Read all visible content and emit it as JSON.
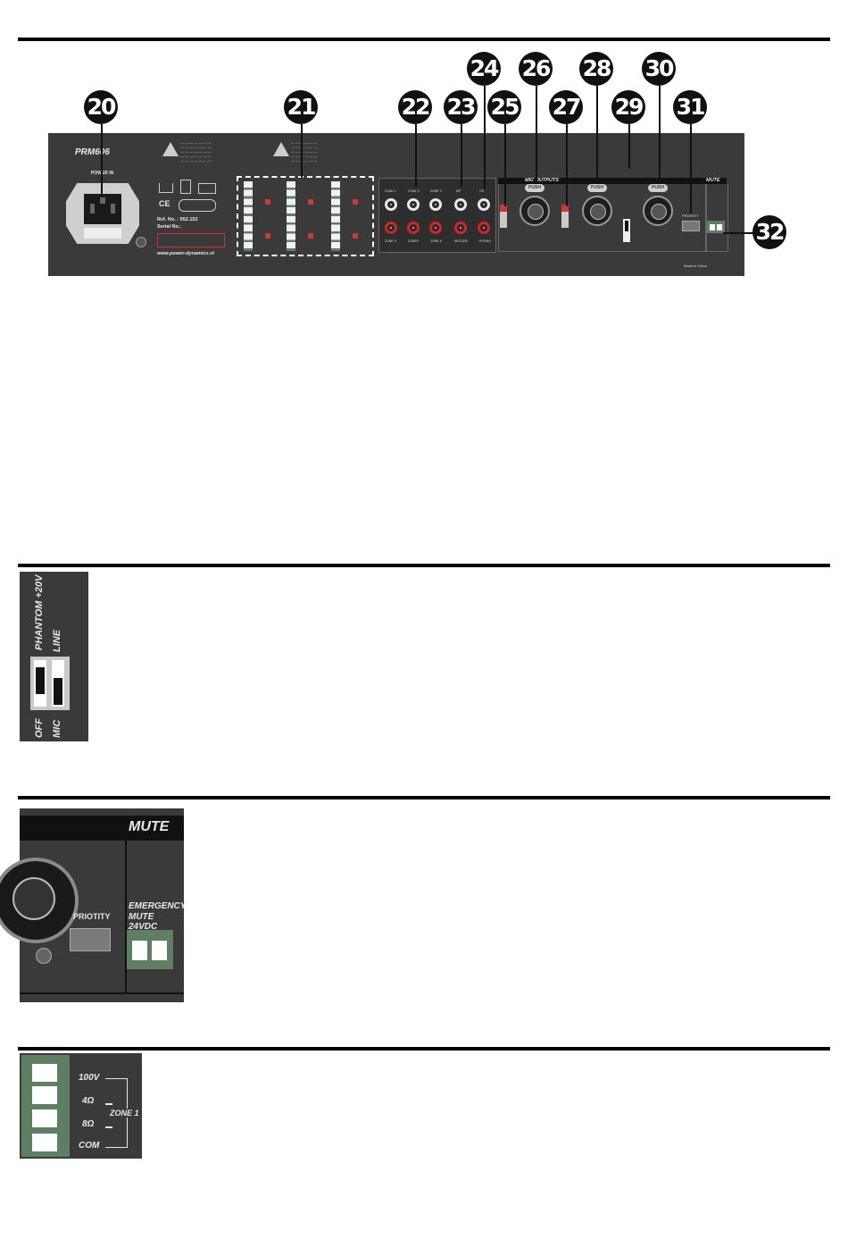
{
  "callouts": {
    "c20": "20",
    "c21": "21",
    "c22": "22",
    "c23": "23",
    "c24": "24",
    "c25": "25",
    "c26": "26",
    "c27": "27",
    "c28": "28",
    "c29": "29",
    "c30": "30",
    "c31": "31",
    "c32": "32"
  },
  "rear_panel": {
    "model": "PRM606",
    "power_in": "POWER IN",
    "ref_no": "Ref. No.   : 952.152",
    "serial_no": "Serial No.:",
    "website": "www.power-dynamics.nl",
    "mic_outputs": "MIC OUTPUTS",
    "mute": "MUTE",
    "push": "PUSH",
    "priority": "PRIORITY",
    "rca_top": [
      "ZONE 1",
      "ZONE 2",
      "ZONE 3",
      "MP",
      "CD"
    ],
    "rca_bottom": [
      "ZONE 4",
      "ZONE5",
      "ZONE 6",
      "RECORD",
      "PHONO"
    ],
    "made_in": "Made in China"
  },
  "phantom_detail": {
    "phantom": "PHANTOM +20V",
    "line": "LINE",
    "off": "OFF",
    "mic": "MIC"
  },
  "emergency_detail": {
    "mute": "MUTE",
    "priority": "PRIOTITY",
    "emergency": "EMERGENCY",
    "mute_24vdc": "MUTE 24VDC"
  },
  "zone_detail": {
    "v100": "100V",
    "ohm4": "4Ω",
    "ohm8": "8Ω",
    "com": "COM",
    "zone": "ZONE 1"
  },
  "colors": {
    "panel": "#3a3a3a",
    "terminal_green": "#5e7f62",
    "rca_red": "#d02525",
    "callout_black": "#111111"
  }
}
